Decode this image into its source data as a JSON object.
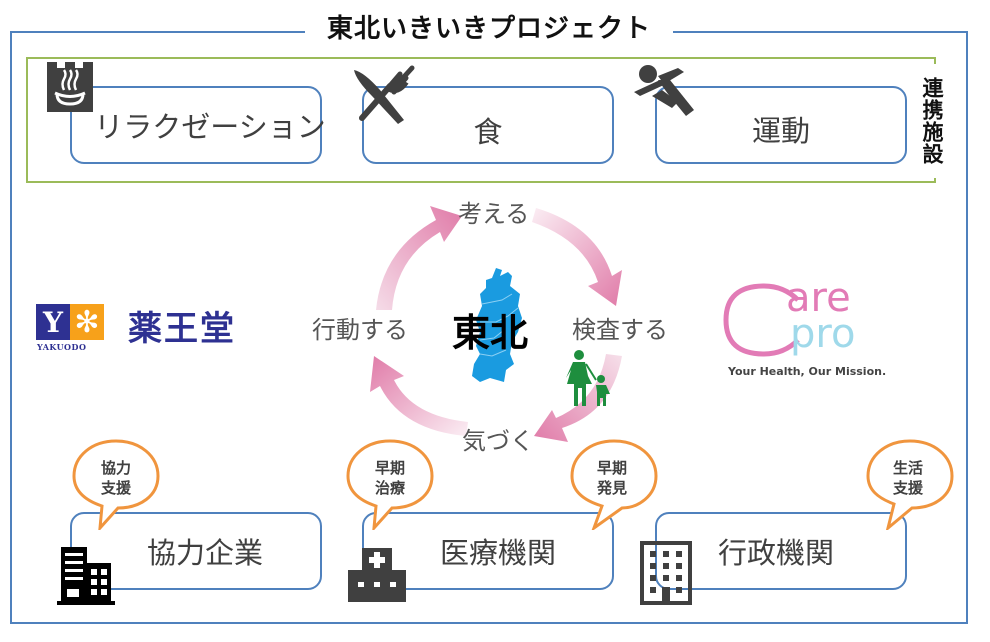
{
  "title": "東北いきいきプロジェクト",
  "partner_facilities": {
    "label": "連携施設",
    "items": [
      {
        "label": "リラクゼーション",
        "icon": "hot-spring-icon"
      },
      {
        "label": "食",
        "icon": "knife-fork-icon"
      },
      {
        "label": "運動",
        "icon": "running-person-icon"
      }
    ]
  },
  "cycle": {
    "center": "東北",
    "steps": [
      "考える",
      "検査する",
      "気づく",
      "行動する"
    ],
    "center_icon": "tohoku-map-icon",
    "family_icon": "mother-child-icon"
  },
  "sponsors": {
    "yakuodo": {
      "mark_letter": "Y",
      "mark_symbol": "✻",
      "name": "薬王堂",
      "sub": "YAKUODO"
    },
    "carepro": {
      "line1": "are",
      "line2": "pro",
      "tagline": "Your Health, Our Mission."
    }
  },
  "organizations": [
    {
      "label": "協力企業",
      "bubble": [
        "協力",
        "支援"
      ],
      "icon": "office-building-icon"
    },
    {
      "label": "医療機関",
      "bubbles": [
        [
          "早期",
          "治療"
        ],
        [
          "早期",
          "発見"
        ]
      ],
      "icon": "hospital-icon"
    },
    {
      "label": "行政機関",
      "bubble": [
        "生活",
        "支援"
      ],
      "icon": "government-building-icon"
    }
  ],
  "colors": {
    "frame_blue": "#4f81bd",
    "green": "#9bbb59",
    "arrow_pink": "#e07ba8",
    "bubble_orange": "#f0953e",
    "map_blue": "#1a9be0",
    "family_green": "#1e8e3e",
    "yakuodo_navy": "#2e3192",
    "yakuodo_orange": "#f7a11a",
    "carepro_pink": "#e27bb6",
    "carepro_blue": "#9fd9ea"
  }
}
